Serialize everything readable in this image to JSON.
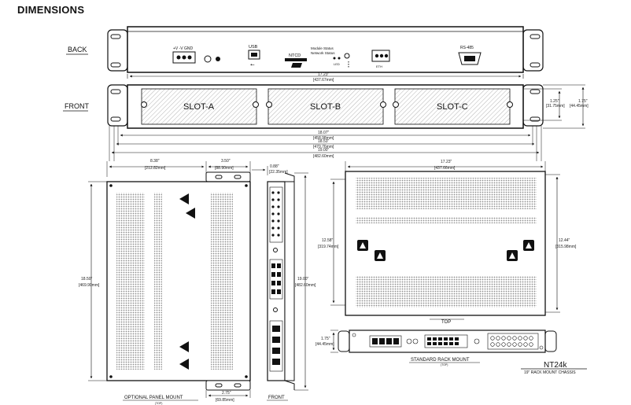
{
  "page": {
    "title": "DIMENSIONS"
  },
  "views": {
    "back": {
      "label": "BACK",
      "connectors": {
        "power": "+V -V GND",
        "usb": "USB",
        "ntcd": "NTCD",
        "status": "Module Status\nNetwork Status",
        "status_line1": "Module Status",
        "status_line2": "Network Status",
        "eth": "ETH",
        "serial": "RS-485"
      }
    },
    "front": {
      "label": "FRONT",
      "slots": [
        "SLOT-A",
        "SLOT-B",
        "SLOT-C"
      ]
    },
    "top_view": {
      "label": "TOP"
    },
    "optional_panel": {
      "label": "OPTIONAL PANEL MOUNT",
      "sub": "(TOP)"
    },
    "front_side": {
      "label": "FRONT"
    },
    "standard_rack": {
      "label": "STANDARD RACK MOUNT",
      "sub": "(TOP)"
    },
    "product": {
      "name": "NT24k",
      "subtitle": "19\" RACK MOUNT CHASSIS"
    }
  },
  "dimensions": {
    "back_width": {
      "in": "17.23\"",
      "mm": "[437.67mm]"
    },
    "front_height_inner": {
      "in": "1.25\"",
      "mm": "[31.75mm]"
    },
    "front_height_outer": {
      "in": "1.75\"",
      "mm": "[44.45mm]"
    },
    "front_w1": {
      "in": "18.07\"",
      "mm": "[458.98mm]"
    },
    "front_w2": {
      "in": "18.53\"",
      "mm": "[470.76mm]"
    },
    "front_w3": {
      "in": "19.00\"",
      "mm": "[482.60mm]"
    },
    "panel_w1": {
      "in": "8.38\"",
      "mm": "[212.82mm]"
    },
    "panel_w2": {
      "in": "3.50\"",
      "mm": "[88.90mm]"
    },
    "panel_h": {
      "in": "18.50\"",
      "mm": "[469.90mm]"
    },
    "panel_bottom": {
      "in": "2.75\"",
      "mm": "[69.85mm]"
    },
    "side_w": {
      "in": "0.88\"",
      "mm": "[22.35mm]"
    },
    "side_h": {
      "in": "19.00\"",
      "mm": "[482.60mm]"
    },
    "top_w": {
      "in": "17.23\"",
      "mm": "[437.66mm]"
    },
    "top_h1": {
      "in": "12.58\"",
      "mm": "[319.74mm]"
    },
    "top_h2": {
      "in": "12.44\"",
      "mm": "[315.98mm]"
    },
    "rack_h": {
      "in": "1.75\"",
      "mm": "[44.45mm]"
    }
  },
  "colors": {
    "line": "#111111",
    "hatch": "#b5b5b5",
    "vent": "#9a9a9a",
    "warning": "#111111"
  }
}
